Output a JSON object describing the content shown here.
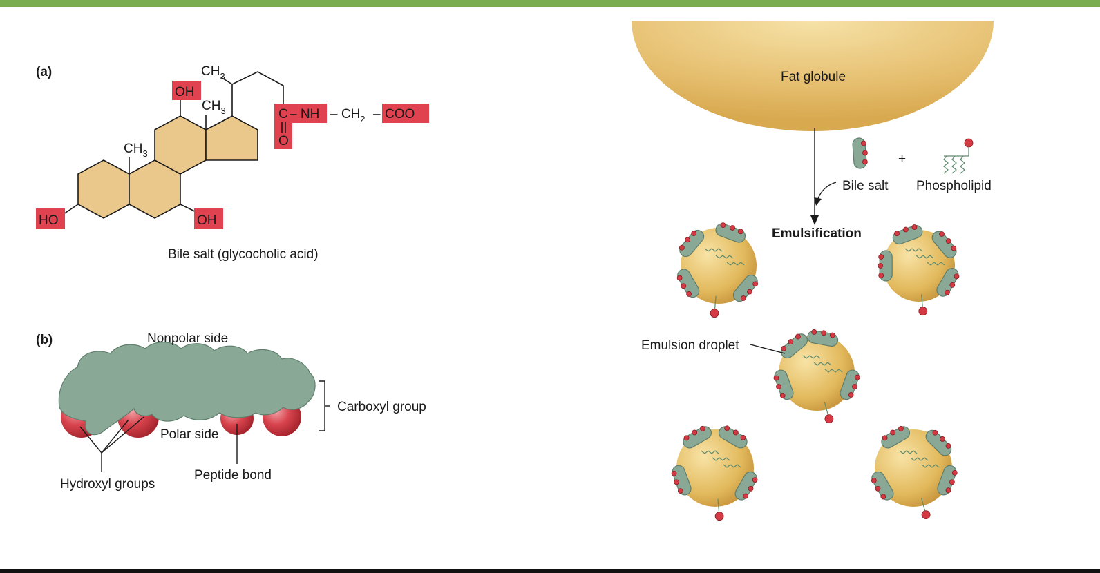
{
  "colors": {
    "top_rule": "#7aad50",
    "highlight": "#e0424f",
    "ring_fill": "#eac78a",
    "bile_green": "#8aa896",
    "fat": "#e2b95c"
  },
  "panel_a": {
    "label": "(a)",
    "caption": "Bile salt (glycocholic acid)",
    "groups": {
      "oh_top": "OH",
      "oh_bottom": "OH",
      "ho_left": "HO",
      "ch3_top": "CH",
      "ch3_top_sub": "3",
      "ch3_mid": "CH",
      "ch3_mid_sub": "3",
      "ch3_left": "CH",
      "ch3_left_sub": "3",
      "carbonyl_c": "C",
      "carbonyl_o": "O",
      "nh": "– NH",
      "ch2": "– CH",
      "ch2_sub": "2",
      "dash": "–",
      "coo": "COO",
      "coo_charge": "–"
    }
  },
  "panel_b": {
    "label": "(b)",
    "nonpolar": "Nonpolar side",
    "polar": "Polar side",
    "carboxyl": "Carboxyl group",
    "hydroxyl": "Hydroxyl groups",
    "peptide": "Peptide bond"
  },
  "panel_c": {
    "fat_globule": "Fat globule",
    "bile_salt": "Bile salt",
    "plus": "+",
    "phospholipid": "Phospholipid",
    "emulsification": "Emulsification",
    "emulsion_droplet": "Emulsion droplet"
  }
}
